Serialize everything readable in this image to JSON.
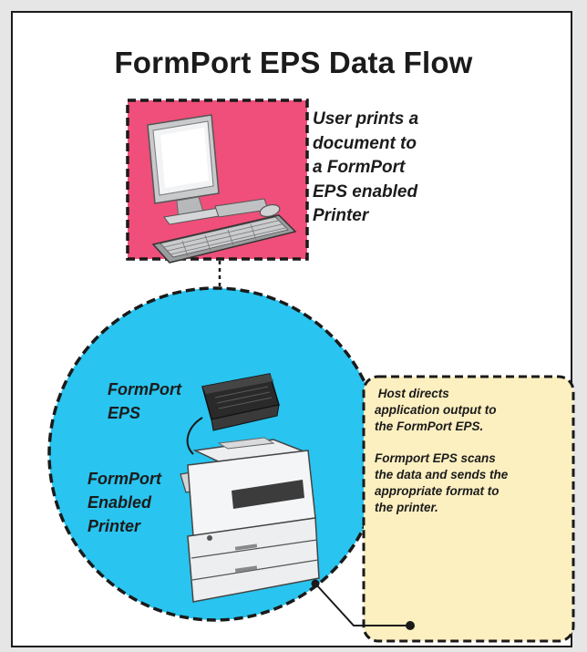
{
  "title": "FormPort EPS Data Flow",
  "colors": {
    "user_box": "#ef4f7a",
    "printer_circle": "#29c4ef",
    "note_box": "#fcefc0",
    "outline": "#1a1a1a"
  },
  "nodes": {
    "user": {
      "icon": "desktop-computer-icon",
      "caption_lines": [
        "User prints a",
        "document to",
        "a FormPort",
        "EPS enabled",
        "Printer"
      ]
    },
    "eps_device": {
      "icon": "eps-box-icon",
      "label_lines": [
        "FormPort",
        "EPS"
      ]
    },
    "printer": {
      "icon": "multifunction-printer-icon",
      "label_lines": [
        "FormPort",
        "Enabled",
        "Printer"
      ]
    }
  },
  "note": {
    "paragraph1_lines": [
      " Host directs",
      "application output to",
      "the FormPort EPS."
    ],
    "paragraph2_lines": [
      "Formport EPS scans",
      "the data and sends the",
      "appropriate format to",
      "the printer."
    ]
  }
}
